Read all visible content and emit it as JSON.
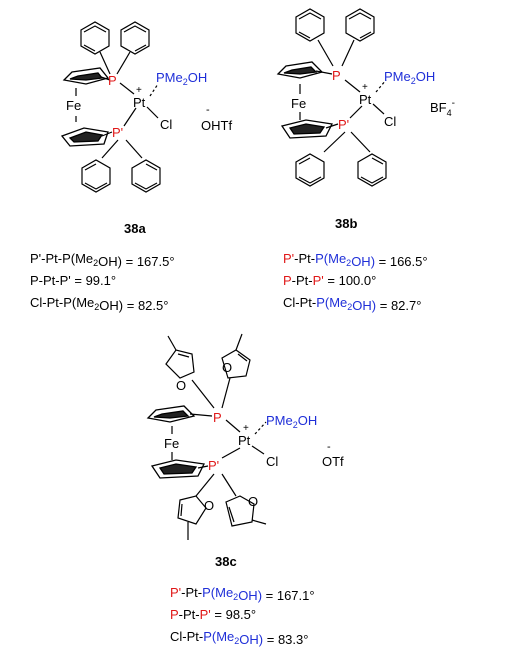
{
  "structures": {
    "a": {
      "label": "38a",
      "atoms": {
        "Fe": "Fe",
        "P": "P",
        "P2": "P'",
        "Pt": "Pt",
        "charge": "+",
        "ligand": "PMe2OH",
        "Cl": "Cl"
      },
      "counterion": {
        "charge": "-",
        "text": "OHTf"
      },
      "angles": [
        [
          {
            "t": "P'-Pt-P(Me",
            "c": "blk"
          },
          {
            "t": "2",
            "c": "blk",
            "sub": true
          },
          {
            "t": "OH) = 167.5°",
            "c": "blk"
          }
        ],
        [
          {
            "t": "P-Pt-P' = 99.1°",
            "c": "blk"
          }
        ],
        [
          {
            "t": "Cl-Pt-P(Me",
            "c": "blk"
          },
          {
            "t": "2",
            "c": "blk",
            "sub": true
          },
          {
            "t": "OH) = 82.5°",
            "c": "blk"
          }
        ]
      ]
    },
    "b": {
      "label": "38b",
      "atoms": {
        "Fe": "Fe",
        "P": "P",
        "P2": "P'",
        "Pt": "Pt",
        "charge": "+",
        "ligand": "PMe2OH",
        "Cl": "Cl"
      },
      "counterion": {
        "charge": "-",
        "text": "BF4"
      },
      "angles": [
        [
          {
            "t": "P'",
            "c": "red"
          },
          {
            "t": "-Pt-",
            "c": "blk"
          },
          {
            "t": "P(Me",
            "c": "blue"
          },
          {
            "t": "2",
            "c": "blue",
            "sub": true
          },
          {
            "t": "OH)",
            "c": "blue"
          },
          {
            "t": " = 166.5°",
            "c": "blk"
          }
        ],
        [
          {
            "t": "P",
            "c": "red"
          },
          {
            "t": "-Pt-",
            "c": "blk"
          },
          {
            "t": "P'",
            "c": "red"
          },
          {
            "t": " = 100.0°",
            "c": "blk"
          }
        ],
        [
          {
            "t": "Cl-Pt-",
            "c": "blk"
          },
          {
            "t": "P(Me",
            "c": "blue"
          },
          {
            "t": "2",
            "c": "blue",
            "sub": true
          },
          {
            "t": "OH)",
            "c": "blue"
          },
          {
            "t": " = 82.7°",
            "c": "blk"
          }
        ]
      ]
    },
    "c": {
      "label": "38c",
      "atoms": {
        "Fe": "Fe",
        "P": "P",
        "P2": "P'",
        "Pt": "Pt",
        "charge": "+",
        "ligand": "PMe2OH",
        "Cl": "Cl",
        "O": "O"
      },
      "counterion": {
        "charge": "-",
        "text": "OTf"
      },
      "angles": [
        [
          {
            "t": "P'",
            "c": "red"
          },
          {
            "t": "-Pt-",
            "c": "blk"
          },
          {
            "t": "P(Me",
            "c": "blue"
          },
          {
            "t": "2",
            "c": "blue",
            "sub": true
          },
          {
            "t": "OH)",
            "c": "blue"
          },
          {
            "t": " = 167.1°",
            "c": "blk"
          }
        ],
        [
          {
            "t": "P",
            "c": "red"
          },
          {
            "t": "-Pt-",
            "c": "blk"
          },
          {
            "t": "P'",
            "c": "red"
          },
          {
            "t": " = 98.5°",
            "c": "blk"
          }
        ],
        [
          {
            "t": "Cl-Pt-",
            "c": "blk"
          },
          {
            "t": "P(Me",
            "c": "blue"
          },
          {
            "t": "2",
            "c": "blue",
            "sub": true
          },
          {
            "t": "OH)",
            "c": "blue"
          },
          {
            "t": " = 83.3°",
            "c": "blk"
          }
        ]
      ]
    }
  },
  "colors": {
    "phosphorus": "#e01818",
    "ligand": "#1f2fd8",
    "text": "#000000"
  }
}
